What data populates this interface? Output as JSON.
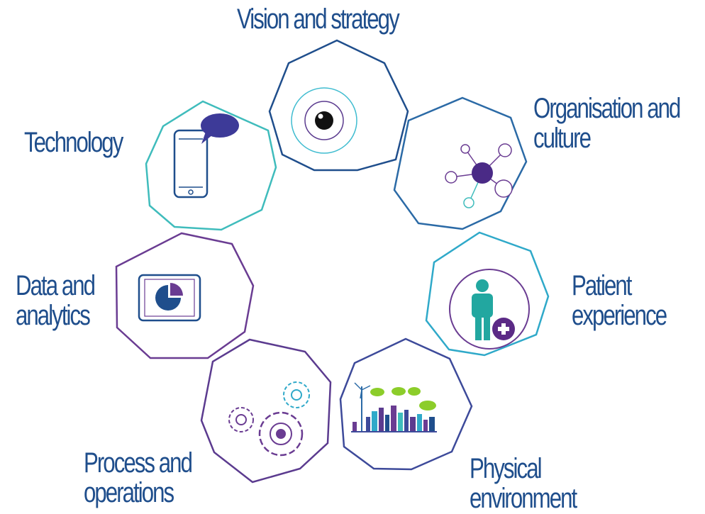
{
  "segments": [
    {
      "id": "vision",
      "lines": [
        "Vision and strategy"
      ],
      "icon": "eye-icon",
      "color": "#1f4e8c"
    },
    {
      "id": "organisation",
      "lines": [
        "Organisation and",
        "culture"
      ],
      "icon": "network-icon",
      "color": "#2b6aa6"
    },
    {
      "id": "patient",
      "lines": [
        "Patient",
        "experience"
      ],
      "icon": "patient-plus-icon",
      "color": "#2fa9c9"
    },
    {
      "id": "physical",
      "lines": [
        "Physical",
        "environment"
      ],
      "icon": "city-skyline-icon",
      "color": "#3d4a9a"
    },
    {
      "id": "process",
      "lines": [
        "Process and",
        "operations"
      ],
      "icon": "gears-icon",
      "color": "#5b3b8f"
    },
    {
      "id": "data",
      "lines": [
        "Data and",
        "analytics"
      ],
      "icon": "pie-chart-screen-icon",
      "color": "#6a3c92"
    },
    {
      "id": "technology",
      "lines": [
        "Technology"
      ],
      "icon": "smartphone-chat-icon",
      "color": "#3fbcbc"
    }
  ]
}
